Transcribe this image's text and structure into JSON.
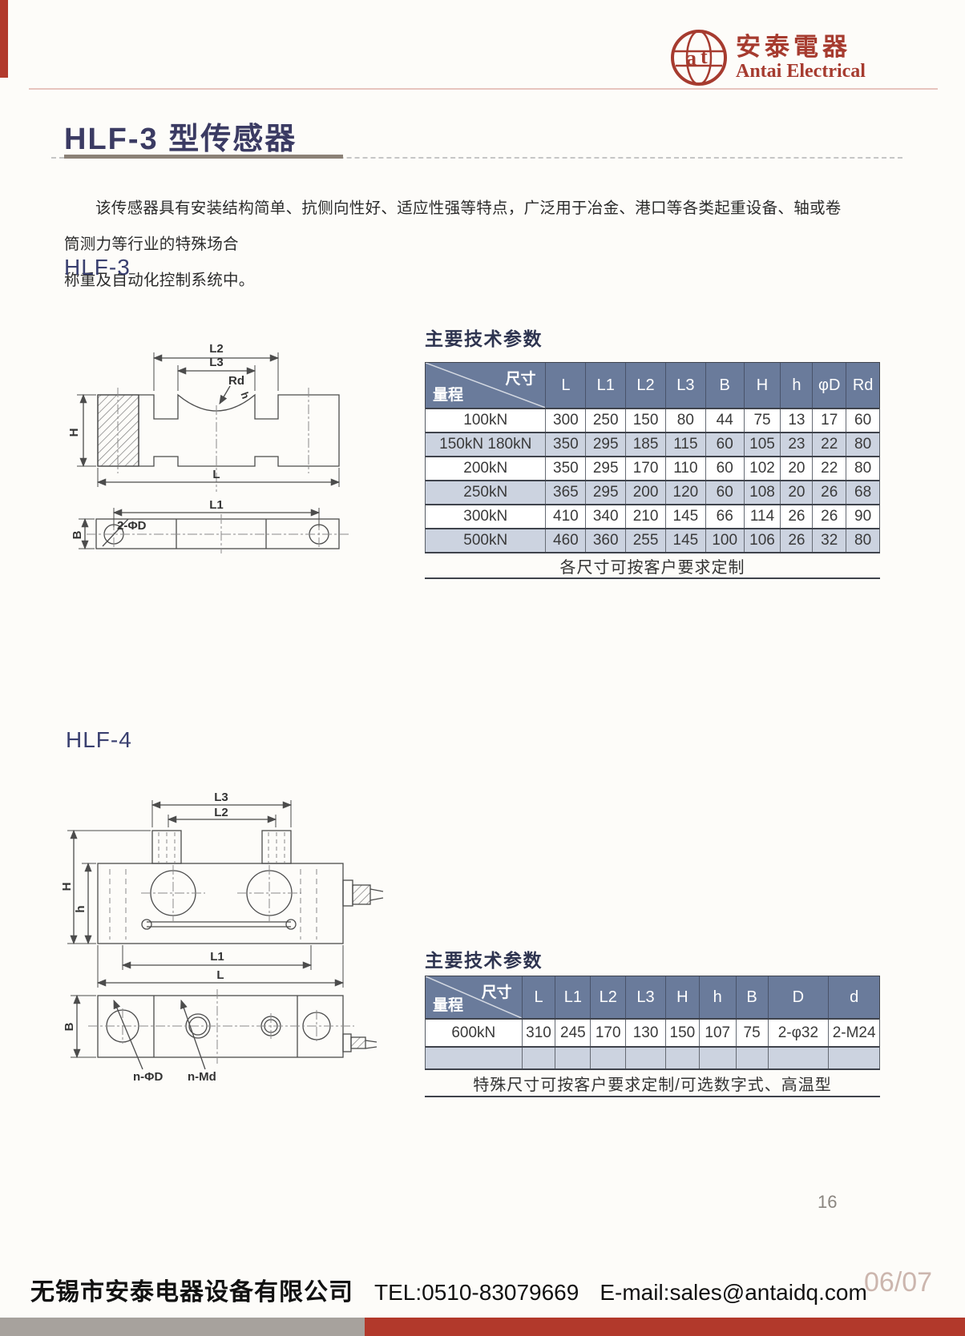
{
  "header": {
    "logo_icon": "antai-globe-monogram",
    "logo_cn": "安泰電器",
    "logo_en": "Antai Electrical"
  },
  "title": "HLF-3 型传感器",
  "intro": {
    "line1": "该传感器具有安装结构简单、抗侧向性好、适应性强等特点，广泛用于冶金、港口等各类起重设备、轴或卷筒测力等行业的特殊场合",
    "line2": "称重及自动化控制系统中。"
  },
  "hlf3": {
    "heading": "HLF-3",
    "params_title": "主要技术参数",
    "diagram": {
      "l2": "L2",
      "l3": "L3",
      "rd": "Rd",
      "h": "h",
      "hh": "H",
      "l": "L",
      "l1": "L1",
      "holes": "2-ΦD",
      "b": "B"
    },
    "table": {
      "corner_top": "尺寸",
      "corner_bottom": "量程",
      "columns": [
        "L",
        "L1",
        "L2",
        "L3",
        "B",
        "H",
        "h",
        "φD",
        "Rd"
      ],
      "rows": [
        {
          "range": "100kN",
          "values": [
            "300",
            "250",
            "150",
            "80",
            "44",
            "75",
            "13",
            "17",
            "60"
          ]
        },
        {
          "range": "150kN 180kN",
          "values": [
            "350",
            "295",
            "185",
            "115",
            "60",
            "105",
            "23",
            "22",
            "80"
          ]
        },
        {
          "range": "200kN",
          "values": [
            "350",
            "295",
            "170",
            "110",
            "60",
            "102",
            "20",
            "22",
            "80"
          ]
        },
        {
          "range": "250kN",
          "values": [
            "365",
            "295",
            "200",
            "120",
            "60",
            "108",
            "20",
            "26",
            "68"
          ]
        },
        {
          "range": "300kN",
          "values": [
            "410",
            "340",
            "210",
            "145",
            "66",
            "114",
            "26",
            "26",
            "90"
          ]
        },
        {
          "range": "500kN",
          "values": [
            "460",
            "360",
            "255",
            "145",
            "100",
            "106",
            "26",
            "32",
            "80"
          ]
        }
      ],
      "note": "各尺寸可按客户要求定制"
    }
  },
  "hlf4": {
    "heading": "HLF-4",
    "params_title": "主要技术参数",
    "diagram": {
      "l3": "L3",
      "l2": "L2",
      "hh": "H",
      "h": "h",
      "l1": "L1",
      "l": "L",
      "b": "B",
      "holes_d": "n-ΦD",
      "holes_m": "n-Md"
    },
    "table": {
      "corner_top": "尺寸",
      "corner_bottom": "量程",
      "columns": [
        "L",
        "L1",
        "L2",
        "L3",
        "H",
        "h",
        "B",
        "D",
        "d"
      ],
      "rows": [
        {
          "range": "600kN",
          "values": [
            "310",
            "245",
            "170",
            "130",
            "150",
            "107",
            "75",
            "2-φ32",
            "2-M24"
          ]
        }
      ],
      "note": "特殊尺寸可按客户要求定制/可选数字式、高温型"
    }
  },
  "page_number": "16",
  "footer": {
    "company": "无锡市安泰电器设备有限公司",
    "tel": "TEL:0510-83079669",
    "email": "E-mail:sales@antaidq.com",
    "edition": "06/07"
  },
  "colors": {
    "brand_red": "#a63b2f",
    "table_header_bg": "#6a7b9b",
    "table_alt_row_bg": "#ccd3e0",
    "heading_navy": "#3a4070",
    "footer_bar_gray": "#a7a29d",
    "footer_bar_red": "#b2392b"
  }
}
